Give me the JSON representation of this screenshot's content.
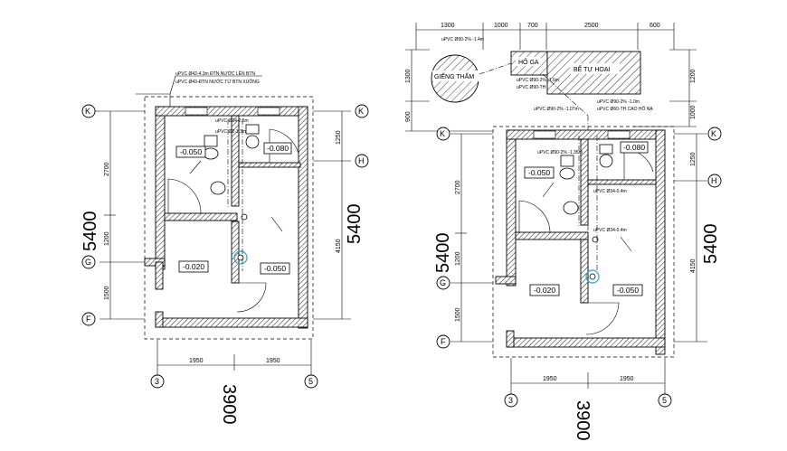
{
  "plans": [
    {
      "id": "left",
      "rooms": [
        "-0.050",
        "-0.080",
        "-0.020",
        "-0.050"
      ],
      "notes": [
        "uPVC Ø42-4.3m ĐTN NƯỚC LÊN BTN",
        "uPVC Ø43-ĐTN NƯỚC TỪ BTN XUỐNG",
        "uPVC Ø34-2.5m",
        "uPVC Ø2-1.3m"
      ],
      "dims_bottom": [
        "1950",
        "1950"
      ],
      "total_bottom": "3900",
      "dims_left": [
        "2700",
        "1200",
        "1500"
      ],
      "dims_right": [
        "1250",
        "4150"
      ],
      "total_vertical": "5400",
      "axes_left": [
        "K",
        "G",
        "F"
      ],
      "axes_right": [
        "K",
        "H"
      ],
      "axes_bottom": [
        "3",
        "5"
      ]
    },
    {
      "id": "right",
      "rooms": [
        "-0.050",
        "-0.080",
        "-0.020",
        "-0.050"
      ],
      "notes": [
        "uPVC Ø90-2% -1.4m",
        "uPVC Ø90-2% -1.6m",
        "uPVC Ø90-TH",
        "uPVC Ø90-2% -1.0m",
        "uPVC Ø60-TH CAO HỐ NẠ",
        "uPVC Ø90-2% -1.35m",
        "uPVC Ø34-0.4m",
        "uPVC Ø34-0.4m",
        "uPVC Ø90-2% -1.07m"
      ],
      "dims_top": [
        "1300",
        "1000",
        "700",
        "2500",
        "600"
      ],
      "dims_top_left": [
        "1300",
        "900"
      ],
      "dims_top_right": [
        "1200",
        "1000"
      ],
      "dims_bottom": [
        "1950",
        "1950"
      ],
      "total_bottom": "3900",
      "dims_left": [
        "2700",
        "1200",
        "1500"
      ],
      "dims_right": [
        "1250",
        "4150"
      ],
      "total_vertical": "5400",
      "axes_left": [
        "K",
        "G",
        "F"
      ],
      "axes_right": [
        "K",
        "H"
      ],
      "axes_bottom": [
        "3",
        "5"
      ],
      "well_label": "GIẾNG THẤM",
      "ho_ga_label": "HỐ GA",
      "septic_label": "BỂ TỰ HOẠI"
    }
  ]
}
